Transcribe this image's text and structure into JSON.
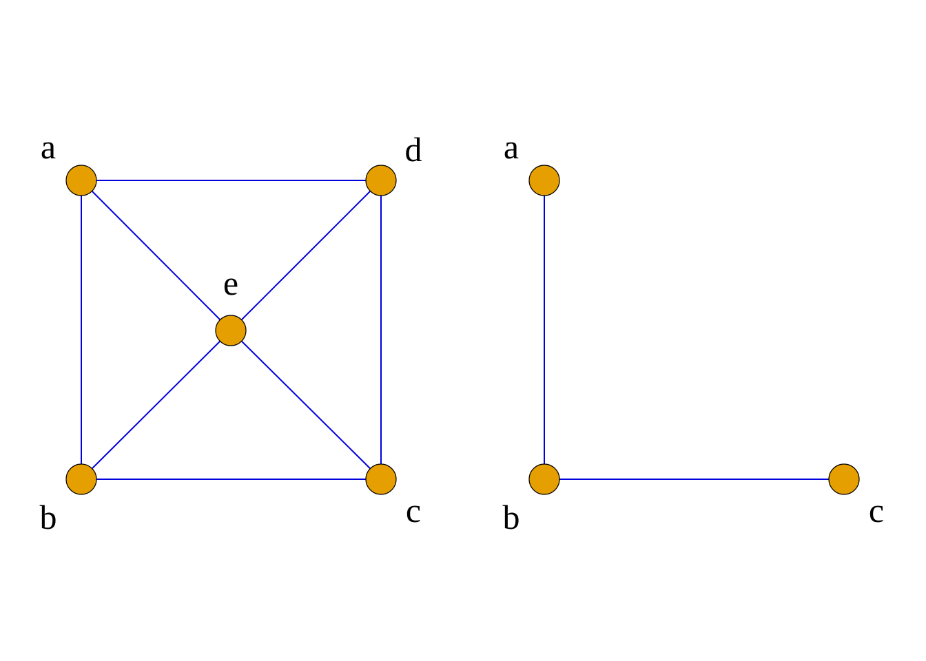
{
  "colors": {
    "background": "#ffffff",
    "edge": "#0000dd",
    "node_fill": "#e69f00",
    "node_stroke": "#000000",
    "label": "#000000"
  },
  "graphs": [
    {
      "nodes": [
        "a",
        "b",
        "c",
        "d",
        "e"
      ],
      "edges": [
        [
          "a",
          "d"
        ],
        [
          "a",
          "b"
        ],
        [
          "d",
          "c"
        ],
        [
          "b",
          "c"
        ],
        [
          "a",
          "e"
        ],
        [
          "e",
          "c"
        ],
        [
          "d",
          "e"
        ],
        [
          "e",
          "b"
        ]
      ]
    },
    {
      "nodes": [
        "a",
        "b",
        "c"
      ],
      "edges": [
        [
          "a",
          "b"
        ],
        [
          "b",
          "c"
        ]
      ]
    }
  ]
}
